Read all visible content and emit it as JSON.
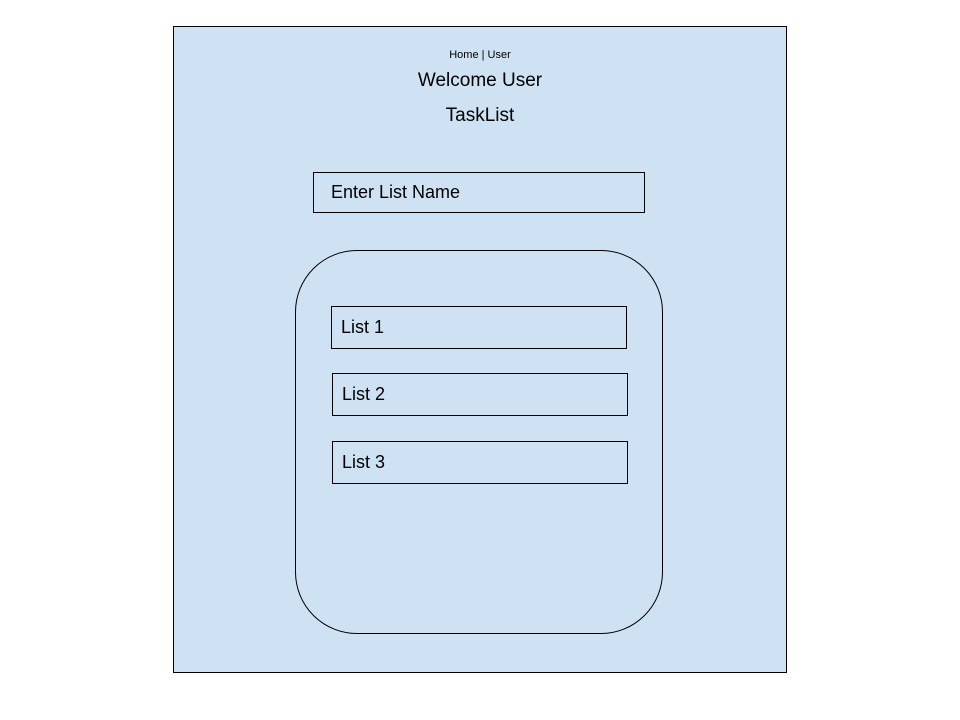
{
  "nav": {
    "home_label": "Home",
    "separator": " | ",
    "user_label": "User"
  },
  "header": {
    "welcome": "Welcome User",
    "title": "TaskList"
  },
  "list_input": {
    "placeholder": "Enter List Name"
  },
  "lists": [
    {
      "label": "List 1"
    },
    {
      "label": "List 2"
    },
    {
      "label": "List 3"
    }
  ],
  "colors": {
    "background": "#cfe2f3",
    "border": "#000000"
  }
}
